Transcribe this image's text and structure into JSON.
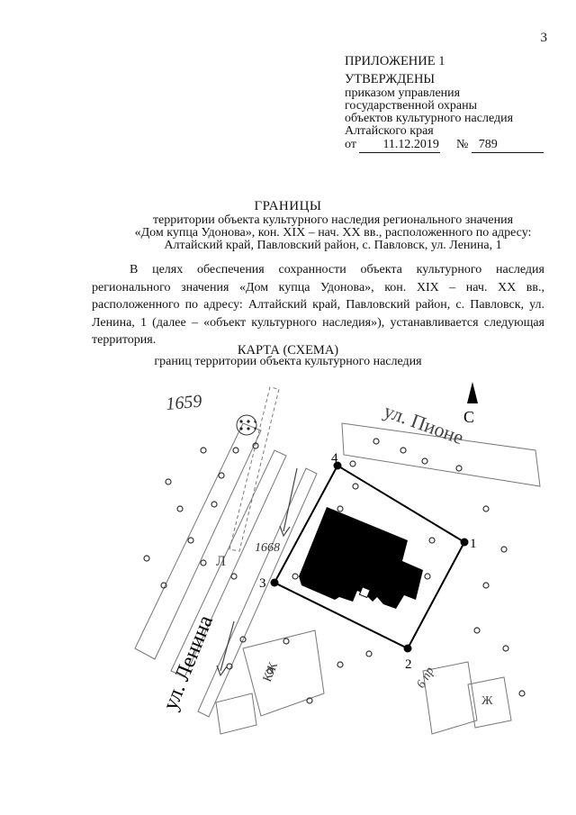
{
  "page_number": "3",
  "appendix": "ПРИЛОЖЕНИЕ 1",
  "approval": {
    "heading": "УТВЕРЖДЕНЫ",
    "lines": [
      "приказом управления",
      "государственной охраны",
      "объектов культурного наследия",
      "Алтайского края"
    ],
    "date_prefix": "от",
    "date": "11.12.2019",
    "number_prefix": "№",
    "number": "789"
  },
  "title": "ГРАНИЦЫ",
  "subtitle_lines": [
    "территории объекта культурного наследия регионального значения",
    "«Дом купца Удонова», кон. XIX – нач. XX вв., расположенного по адресу:",
    "Алтайский край, Павловский район, с. Павловск, ул. Ленина, 1"
  ],
  "paragraph": "В целях обеспечения сохранности объекта культурного наследия регионального значения «Дом купца Удонова», кон. XIX – нач. XX вв., расположенного по адресу: Алтайский край, Павловский район, с. Павловск, ул. Ленина, 1 (далее – «объект культурного наследия»), устанавливается следующая территория.",
  "map_title": "КАРТА (СХЕМА)",
  "map_subtitle": "границ территории объекта культурного наследия",
  "map": {
    "north_label": "С",
    "street_lenina": "ул. Ленина",
    "street_pionerskaya": "ул. Пионе",
    "elevation_1": "1659",
    "elevation_2": "1668",
    "letter_l": "Л",
    "label_kzh": "КЖ",
    "label_bpr": "6 пр",
    "label_zh": "Ж",
    "points": [
      "1",
      "2",
      "3",
      "4"
    ]
  }
}
